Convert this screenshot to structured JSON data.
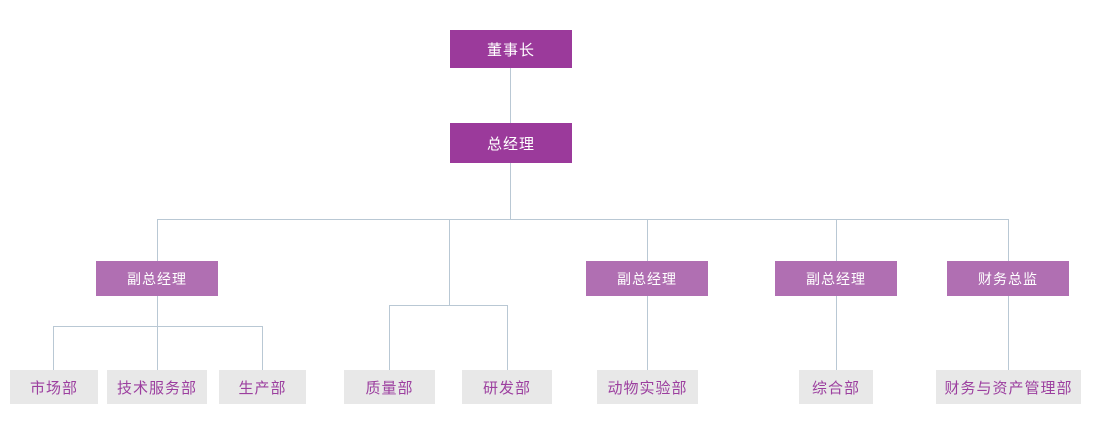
{
  "org": {
    "chairman": {
      "label": "董事长"
    },
    "general_manager": {
      "label": "总经理"
    },
    "executives": [
      {
        "label": "副总经理"
      },
      {
        "label": "副总经理"
      },
      {
        "label": "副总经理"
      },
      {
        "label": "财务总监"
      }
    ],
    "departments": [
      {
        "label": "市场部"
      },
      {
        "label": "技术服务部"
      },
      {
        "label": "生产部"
      },
      {
        "label": "质量部"
      },
      {
        "label": "研发部"
      },
      {
        "label": "动物实验部"
      },
      {
        "label": "综合部"
      },
      {
        "label": "财务与资产管理部"
      }
    ]
  },
  "colors": {
    "level1_box": "#9B3A9B",
    "level3_box": "#B06FB2",
    "department_box": "#E8E8E8",
    "department_text": "#9C3F9F",
    "connector_line": "#B9C8D4",
    "box_text": "#FFFFFF"
  }
}
